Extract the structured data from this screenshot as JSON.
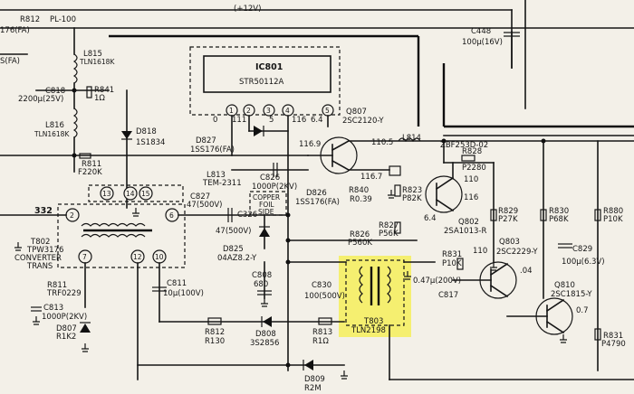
{
  "labels": {
    "top_12v": "(+12V)",
    "r812": "R812",
    "pl100": "PL-100",
    "fa1": "176(FA)",
    "fa2": "S(FA)",
    "l815": "L815",
    "tln1": "TLN1618K",
    "c818": "C818",
    "c818v": "2200μ(25V)",
    "r841": "R841",
    "r841v": "1Ω",
    "l816": "L816",
    "tln2": "TLN1618K",
    "d818": "D818",
    "d818v": "1S1834",
    "ic801": "IC801",
    "ic801v": "STR50112A",
    "p0": "0",
    "p111": "111",
    "p5": "5",
    "p116": "116",
    "p64": "6.4",
    "q807": "Q807",
    "q807v": "2SC2120-Y",
    "d827": "D827",
    "d827v": "1SS176(FA)",
    "p1": "1",
    "p2": "2",
    "p3": "3",
    "p4": "4",
    "p5b": "5",
    "v1169": "116.9",
    "v1105": "110.5",
    "v1107": "116.7",
    "l814": "L814",
    "l814v": "ZBF253D-02",
    "c448": "C448",
    "c448v": "100μ(16V)",
    "r811": "R811",
    "r811v": "F220K",
    "l813": "L813",
    "l813v": "TEM-2311",
    "c826": "C826",
    "c826v": "1000P(2KV)",
    "copper": "COPPER",
    "foil": "FOIL",
    "side": "SIDE",
    "d826": "D826",
    "d826v": "1SS176(FA)",
    "r840": "R840",
    "r840v": "R0.39",
    "r823": "R823",
    "r823v": "P82K",
    "r828": "R828",
    "r828v": "P2280",
    "v110a": "110",
    "v116": "116",
    "q802": "Q802",
    "q802v": "2SA1013-R",
    "v64b": "6.4",
    "r827": "R827",
    "r827v": "P56K",
    "r829": "R829",
    "r829v": "P27K",
    "r830": "R830",
    "r830v": "P68K",
    "r880": "R880",
    "r880v": "P10K",
    "c827": "C827",
    "c827v": "47(500V)",
    "c326": "C326",
    "c326v": "47(500V)",
    "v332": "332",
    "t802": "T802",
    "t802v": "TPW3176",
    "conv": "CONVERTER",
    "trans": "TRANS",
    "d825": "D825",
    "d825v": "04AZ8.2-Y",
    "r826": "R826",
    "r826v": "P560K",
    "r831": "R831",
    "r831v": "P10K",
    "v110b": "110",
    "q803": "Q803",
    "q803v": "2SC2229-Y",
    "v04": ".04",
    "c829": "C829",
    "c829v": "100μ(6.3V)",
    "r811b": "R811",
    "r811bv": "TRF0229",
    "c808": "C808",
    "c808v": "680",
    "c830": "C830",
    "c830v": "100(500V)",
    "c817": "C817",
    "c817v": "0.47μ(200V)",
    "q810": "Q810",
    "q810v": "2SC1815-Y",
    "v07": "0.7",
    "c811": "C811",
    "c811v": "10μ(100V)",
    "c813": "C813",
    "c813v": "1000P(2KV)",
    "d807": "D807",
    "d807v": "R1K2",
    "r812b": "R812",
    "r812bv": "R130",
    "d808": "D808",
    "d808v": "3S2856",
    "r813": "R813",
    "r813v": "R1Ω",
    "t803": "T803",
    "t803v": "TLN2198",
    "r831b": "R831",
    "r831bv": "P4790",
    "d809": "D809",
    "d809v": "R2M",
    "pin13": "13",
    "pin14": "14",
    "pin15": "15",
    "pin2": "2",
    "pin6": "6",
    "pin7": "7",
    "pin12": "12",
    "pin10": "10"
  },
  "colors": {
    "paper": "#f3f0e8",
    "ink": "#161616",
    "highlight": "#f5ee5a"
  }
}
